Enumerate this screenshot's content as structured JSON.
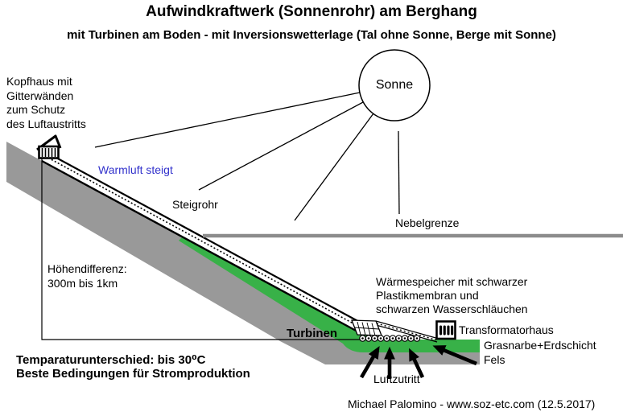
{
  "diagram": {
    "title": "Aufwindkraftwerk (Sonnenrohr) am Berghang",
    "subtitle": "mit Turbinen am Boden - mit Inversionswetterlage (Tal ohne Sonne, Berge mit Sonne)",
    "sun_label": "Sonne",
    "labels": {
      "kopfhaus": "Kopfhaus mit\nGitterwänden\nzum Schutz\ndes Luftaustritts",
      "warmluft": "Warmluft steigt",
      "steigrohr": "Steigrohr",
      "nebelgrenze": "Nebelgrenze",
      "hoehendifferenz": "Höhendifferenz:\n300m bis 1km",
      "waermespeicher": "Wärmespeicher mit schwarzer\nPlastikmembran und\nschwarzen Wasserschläuchen",
      "turbinen": "Turbinen",
      "transformatorhaus": "Transformatorhaus",
      "grasnarbe": "Grasnarbe+Erdschicht",
      "fels": "Fels",
      "luftzutritt": "Luftzutritt",
      "temperatur": "Temparaturunterschied: bis 30⁰C",
      "bedingungen": "Beste Bedingungen für Stromproduktion"
    },
    "credit": "Michael Palomino - www.soz-etc.com (12.5.2017)",
    "colors": {
      "slope_gray": "#999999",
      "grass_green": "#38b148",
      "fog_line_gray": "#8c8c8c",
      "warm_air_blue": "#3333cc",
      "line_black": "#000000",
      "structure_white": "#ffffff"
    }
  }
}
